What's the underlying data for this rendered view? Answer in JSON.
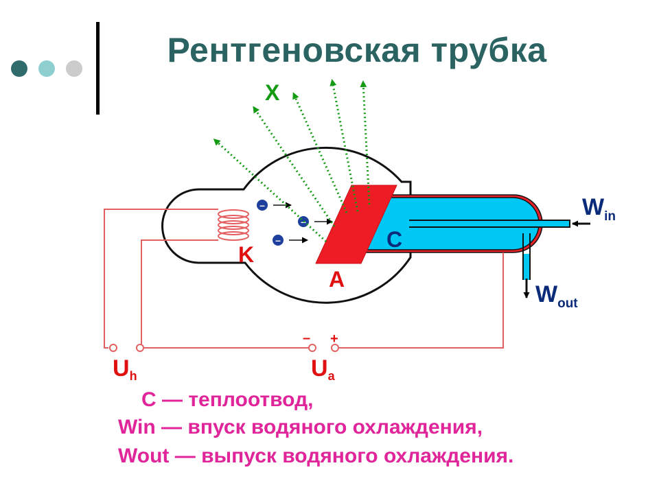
{
  "header": {
    "title": "Рентгеновская трубка"
  },
  "diagram": {
    "label_x": "X",
    "label_k": "K",
    "label_a": "A",
    "label_c": "C",
    "label_w_in": "W",
    "label_w_in_sub": "in",
    "label_w_out": "W",
    "label_w_out_sub": "out",
    "label_u_h": "U",
    "label_u_h_sub": "h",
    "label_u_a": "U",
    "label_u_a_sub": "a",
    "minus_sign": "–",
    "plus_sign": "+",
    "electron_sign": "–"
  },
  "legend": {
    "line1": "C — теплоотвод,",
    "line2": "Win — впуск водяного охлаждения,",
    "line3": "Wout — выпуск водяного охлаждения."
  },
  "colors": {
    "title": "#2b6262",
    "dot_dark": "#2f6b6b",
    "dot_mid": "#8fcfcf",
    "dot_light": "#cccccc",
    "circuit": "#e26060",
    "anode": "#ee1c24",
    "heatsink": "#00c8f4",
    "rays": "#139b13",
    "electron": "#1f3f9f",
    "legend_text": "#e0249a",
    "label_dark": "#0a2a7a",
    "label_red": "#e01010"
  }
}
